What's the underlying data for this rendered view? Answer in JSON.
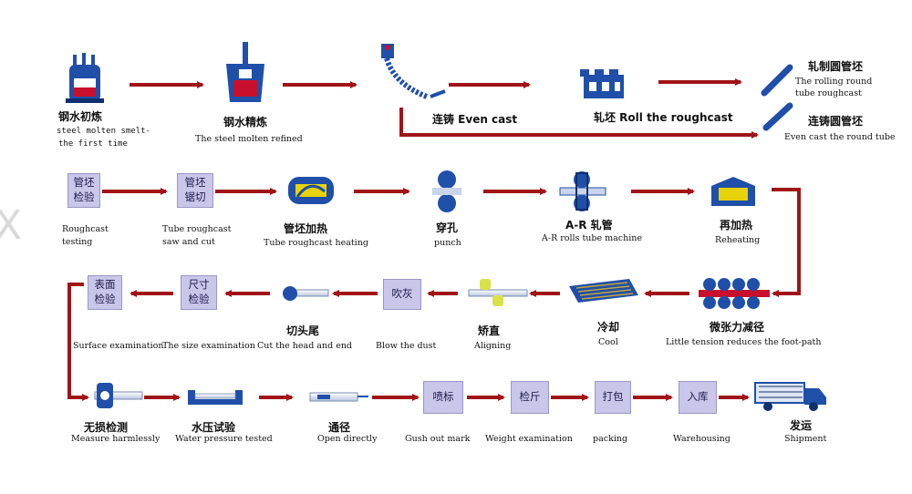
{
  "colors": {
    "arrow": "#a01418",
    "equip": "#1f4fa8",
    "equip_dark": "#0f2f6e",
    "molten": "#c8102e",
    "box_fill": "#c9c6ea",
    "yellow": "#e8d20a"
  },
  "steps": {
    "s1": {
      "zh": "钢水初炼",
      "en1": "steel molten smelt-",
      "en2": "the first time"
    },
    "s2": {
      "zh": "钢水精炼",
      "en": "The steel molten refined"
    },
    "s3": {
      "label": "连铸  Even cast"
    },
    "s4": {
      "label": "轧坯  Roll the roughcast"
    },
    "s5": {
      "zh": "轧制圆管坯",
      "en1": "The   rolling   round",
      "en2": "tube roughcast"
    },
    "s6": {
      "zh": "连铸圆管坯",
      "en": "Even cast the round tube"
    },
    "s7": {
      "box1": "管坯",
      "box2": "检验",
      "en1": "Roughcast",
      "en2": "testing"
    },
    "s8": {
      "box1": "管坯",
      "box2": "锯切",
      "en1": "Tube  roughcast",
      "en2": "saw and cut"
    },
    "s9": {
      "zh": "管坯加热",
      "en": "Tube roughcast heating"
    },
    "s10": {
      "zh": "穿孔",
      "en": "punch"
    },
    "s11": {
      "zh": "A-R 轧管",
      "en": "A-R rolls tube machine"
    },
    "s12": {
      "zh": "再加热",
      "en": "Reheating"
    },
    "s13": {
      "zh": "微张力减径",
      "en": "Little tension reduces the foot-path"
    },
    "s14": {
      "zh": "冷却",
      "en": "Cool"
    },
    "s15": {
      "zh": "矫直",
      "en": "Aligning"
    },
    "s16": {
      "box": "吹灰",
      "en": "Blow the dust"
    },
    "s17": {
      "zh": "切头尾",
      "en": "Cut the head and end"
    },
    "s18": {
      "box1": "尺寸",
      "box2": "检验",
      "en": "The size examination"
    },
    "s19": {
      "box1": "表面",
      "box2": "检验",
      "en": "Surface examination"
    },
    "s20": {
      "zh": "无损检测",
      "en": "Measure harmlessly"
    },
    "s21": {
      "zh": "水压试验",
      "en": "Water pressure tested"
    },
    "s22": {
      "zh": "通径",
      "en": "Open directly"
    },
    "s23": {
      "box": "喷标",
      "en": "Gush out mark"
    },
    "s24": {
      "box": "检斤",
      "en": "Weight examination"
    },
    "s25": {
      "box": "打包",
      "en": "packing"
    },
    "s26": {
      "box": "入库",
      "en": "Warehousing"
    },
    "s27": {
      "zh": "发运",
      "en": "Shipment"
    }
  }
}
